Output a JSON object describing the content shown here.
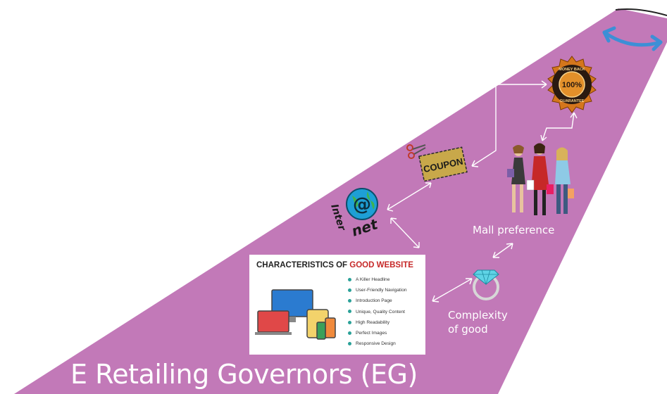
{
  "title": "E Retailing Governors (EG)",
  "labels": {
    "mall_preference": "Mall preference",
    "complexity_line1": "Complexity",
    "complexity_line2": "of good"
  },
  "coupon": {
    "text": "COUPON"
  },
  "badge": {
    "top_text": "MONEY BACK",
    "percent": "100%",
    "bottom_text": "GUARANTEE"
  },
  "internet_logo": {
    "text_top": "Inter",
    "text_bottom": "net"
  },
  "card": {
    "title_part1": "CHARACTERISTICS OF ",
    "title_part2": "GOOD WEBSITE",
    "items": [
      "A Killer Headline",
      "User-Friendly Navigation",
      "Introduction Page",
      "Unique, Quality Content",
      "High Readability",
      "Perfect Images",
      "Responsive Design"
    ]
  },
  "colors": {
    "band": "#c279b8",
    "arrows": "#ffffff",
    "accent_arrow": "#3d8fd6"
  }
}
